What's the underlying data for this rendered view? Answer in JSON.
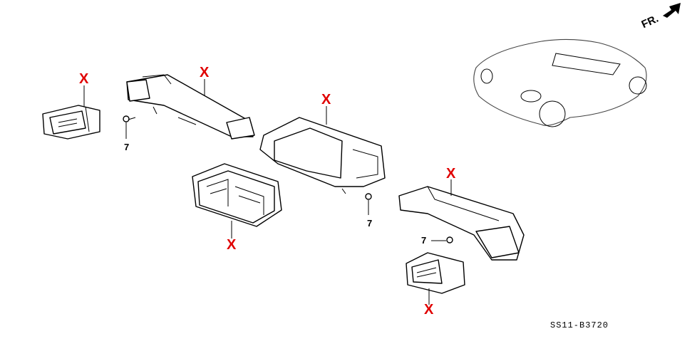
{
  "diagram": {
    "direction_label": "FR.",
    "drawing_code": "SS11-B3720",
    "accent_color": "#e00000",
    "part_markers": [
      "X",
      "X",
      "X",
      "X",
      "X",
      "X"
    ],
    "screw_refs": [
      "7",
      "7",
      "7"
    ]
  }
}
